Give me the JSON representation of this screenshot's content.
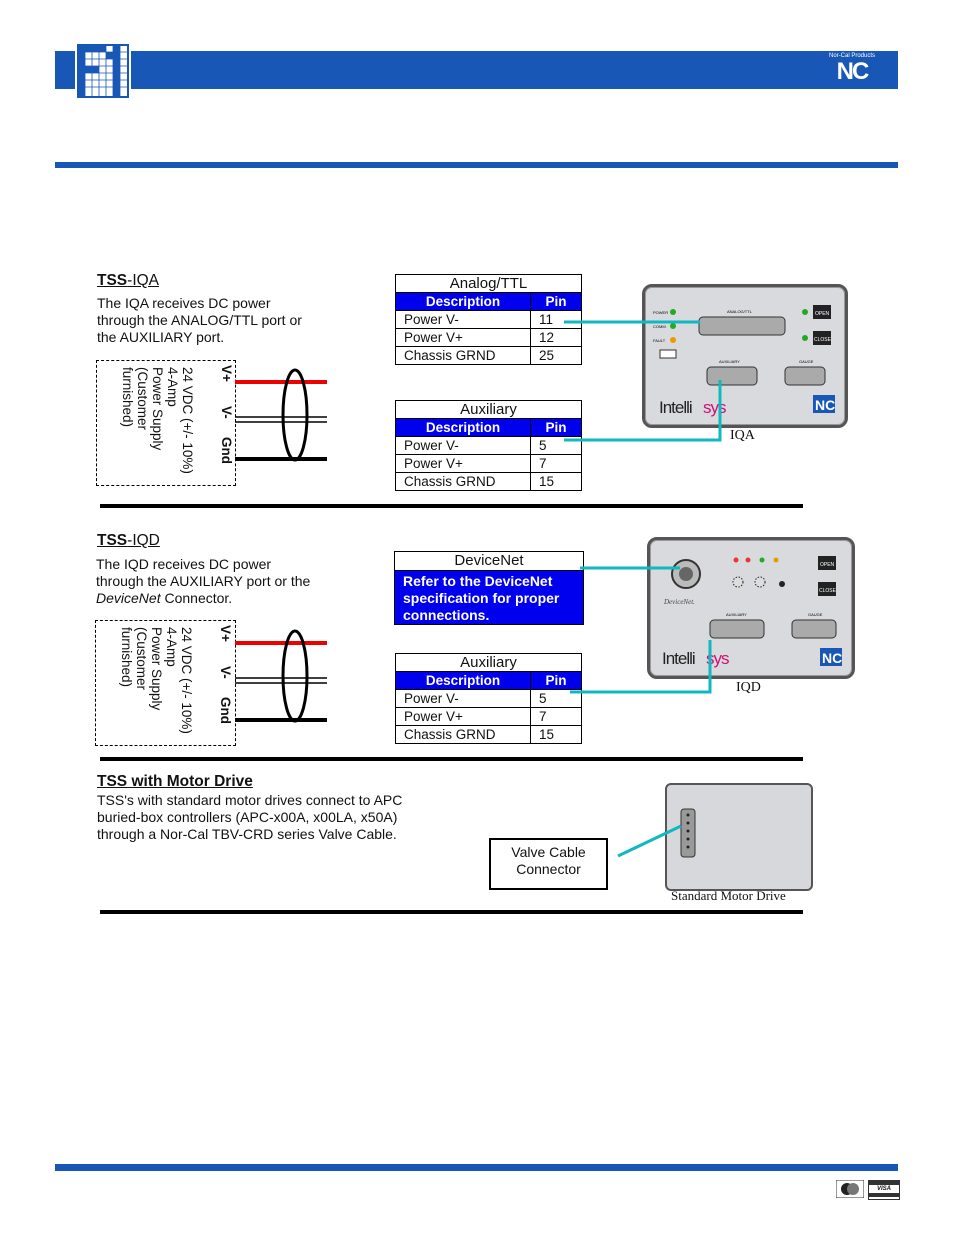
{
  "header": {
    "logo_alt": "grid-logo",
    "brand_small": "Nor-Cal Products",
    "brand_mark": "NC"
  },
  "iqa": {
    "heading_prefix": "TSS",
    "heading_suffix": "-IQA",
    "text": "The IQA receives DC power through the ANALOG/TTL port or the AUXILIARY port.",
    "analog_table": {
      "title": "Analog/TTL",
      "headers": [
        "Description",
        "Pin"
      ],
      "rows": [
        [
          "Power V-",
          "11"
        ],
        [
          "Power V+",
          "12"
        ],
        [
          "Chassis GRND",
          "25"
        ]
      ]
    },
    "aux_table": {
      "title": "Auxiliary",
      "headers": [
        "Description",
        "Pin"
      ],
      "rows": [
        [
          "Power V-",
          "5"
        ],
        [
          "Power V+",
          "7"
        ],
        [
          "Chassis GRND",
          "15"
        ]
      ]
    },
    "caption": "IQA",
    "device_brand": "Intellisys",
    "device_labels": [
      "POWER",
      "COMM",
      "FAULT",
      "OPEN",
      "CLOSE",
      "ANALOG/TTL",
      "AUXILIARY",
      "GAUGE"
    ]
  },
  "power_supply": {
    "text": "24 VDC (+/- 10%)\n4-Amp\nPower Supply\n(Customer\nfurnished)",
    "v_plus": "V+",
    "v_minus": "V-",
    "gnd": "Gnd"
  },
  "iqd": {
    "heading_prefix": "TSS",
    "heading_suffix": "-IQD",
    "text_pre": "The IQD receives DC power through the AUXILIARY port or the ",
    "text_em": "DeviceNet",
    "text_post": " Connector.",
    "devicenet": {
      "title": "DeviceNet",
      "body": "Refer to the DeviceNet specification for proper connections."
    },
    "aux_table": {
      "title": "Auxiliary",
      "headers": [
        "Description",
        "Pin"
      ],
      "rows": [
        [
          "Power V-",
          "5"
        ],
        [
          "Power V+",
          "7"
        ],
        [
          "Chassis GRND",
          "15"
        ]
      ]
    },
    "caption": "IQD",
    "device_brand": "Intellisys",
    "device_dn_label": "DeviceNet"
  },
  "motor": {
    "heading": "TSS with Motor Drive",
    "text": "TSS's with standard motor drives connect to APC buried-box controllers (APC-x00A, x00LA, x50A) through a Nor-Cal TBV-CRD series Valve Cable.",
    "connector_label": "Valve Cable Connector",
    "caption": "Standard Motor Drive"
  },
  "footer": {
    "icons": [
      "mastercard-icon",
      "visa-icon"
    ],
    "visa_text": "VISA"
  },
  "colors": {
    "brand_blue": "#1857b5",
    "table_blue": "#0000ee",
    "cable": "#10b8c0",
    "red_wire": "#ee0000"
  }
}
